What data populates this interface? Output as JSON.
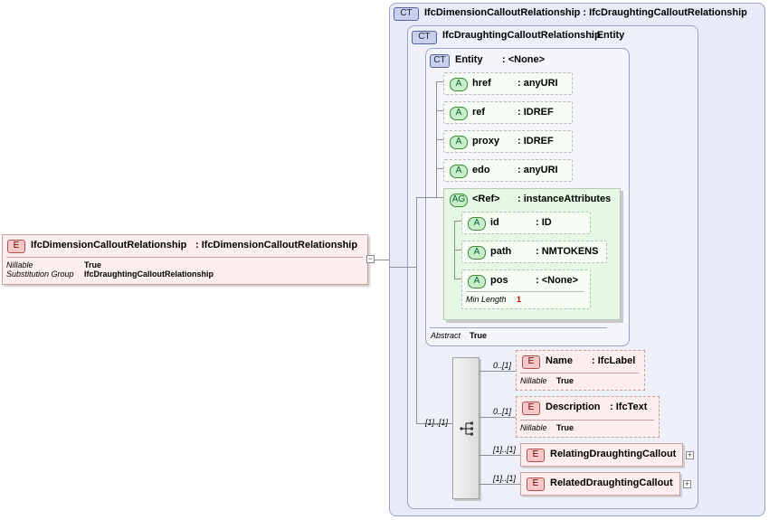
{
  "root": {
    "badge": "E",
    "name": "IfcDimensionCalloutRelationship",
    "type": ": IfcDimensionCalloutRelationship",
    "props": [
      {
        "label": "Nillable",
        "value": "True"
      },
      {
        "label": "Substitution Group",
        "value": "IfcDraughtingCalloutRelationship"
      }
    ]
  },
  "outer_ct": {
    "badge": "CT",
    "title": "IfcDimensionCalloutRelationship : IfcDraughtingCalloutRelationship"
  },
  "mid_ct": {
    "badge": "CT",
    "name": "IfcDraughtingCalloutRelationship",
    "type": ": Entity"
  },
  "inner_ct": {
    "badge": "CT",
    "name": "Entity",
    "type": ": <None>",
    "abstract_label": "Abstract",
    "abstract_value": "True"
  },
  "attributes": [
    {
      "badge": "A",
      "name": "href",
      "type": ": anyURI"
    },
    {
      "badge": "A",
      "name": "ref",
      "type": ": IDREF"
    },
    {
      "badge": "A",
      "name": "proxy",
      "type": ": IDREF"
    },
    {
      "badge": "A",
      "name": "edo",
      "type": ": anyURI"
    }
  ],
  "attr_group": {
    "badge": "AG",
    "name": "<Ref>",
    "type": ": instanceAttributes",
    "items": [
      {
        "badge": "A",
        "name": "id",
        "type": ": ID"
      },
      {
        "badge": "A",
        "name": "path",
        "type": ": NMTOKENS"
      },
      {
        "badge": "A",
        "name": "pos",
        "type": ": <None>",
        "prop_label": "Min Length",
        "prop_value": "1"
      }
    ]
  },
  "sequence": {
    "cardinality": "[1]..[1]",
    "children": [
      {
        "badge": "E",
        "cardinality": "0..[1]",
        "name": "Name",
        "type": ": IfcLabel",
        "prop_label": "Nillable",
        "prop_value": "True"
      },
      {
        "badge": "E",
        "cardinality": "0..[1]",
        "name": "Description",
        "type": ": IfcText",
        "prop_label": "Nillable",
        "prop_value": "True"
      },
      {
        "badge": "E",
        "cardinality": "[1]..[1]",
        "name": "RelatingDraughtingCallout"
      },
      {
        "badge": "E",
        "cardinality": "[1]..[1]",
        "name": "RelatedDraughtingCallout"
      }
    ]
  },
  "colors": {
    "element_fill": "#fdeeee",
    "attribute_fill": "#f4fcf4",
    "complex_type_fill": "#e8ebf7"
  }
}
